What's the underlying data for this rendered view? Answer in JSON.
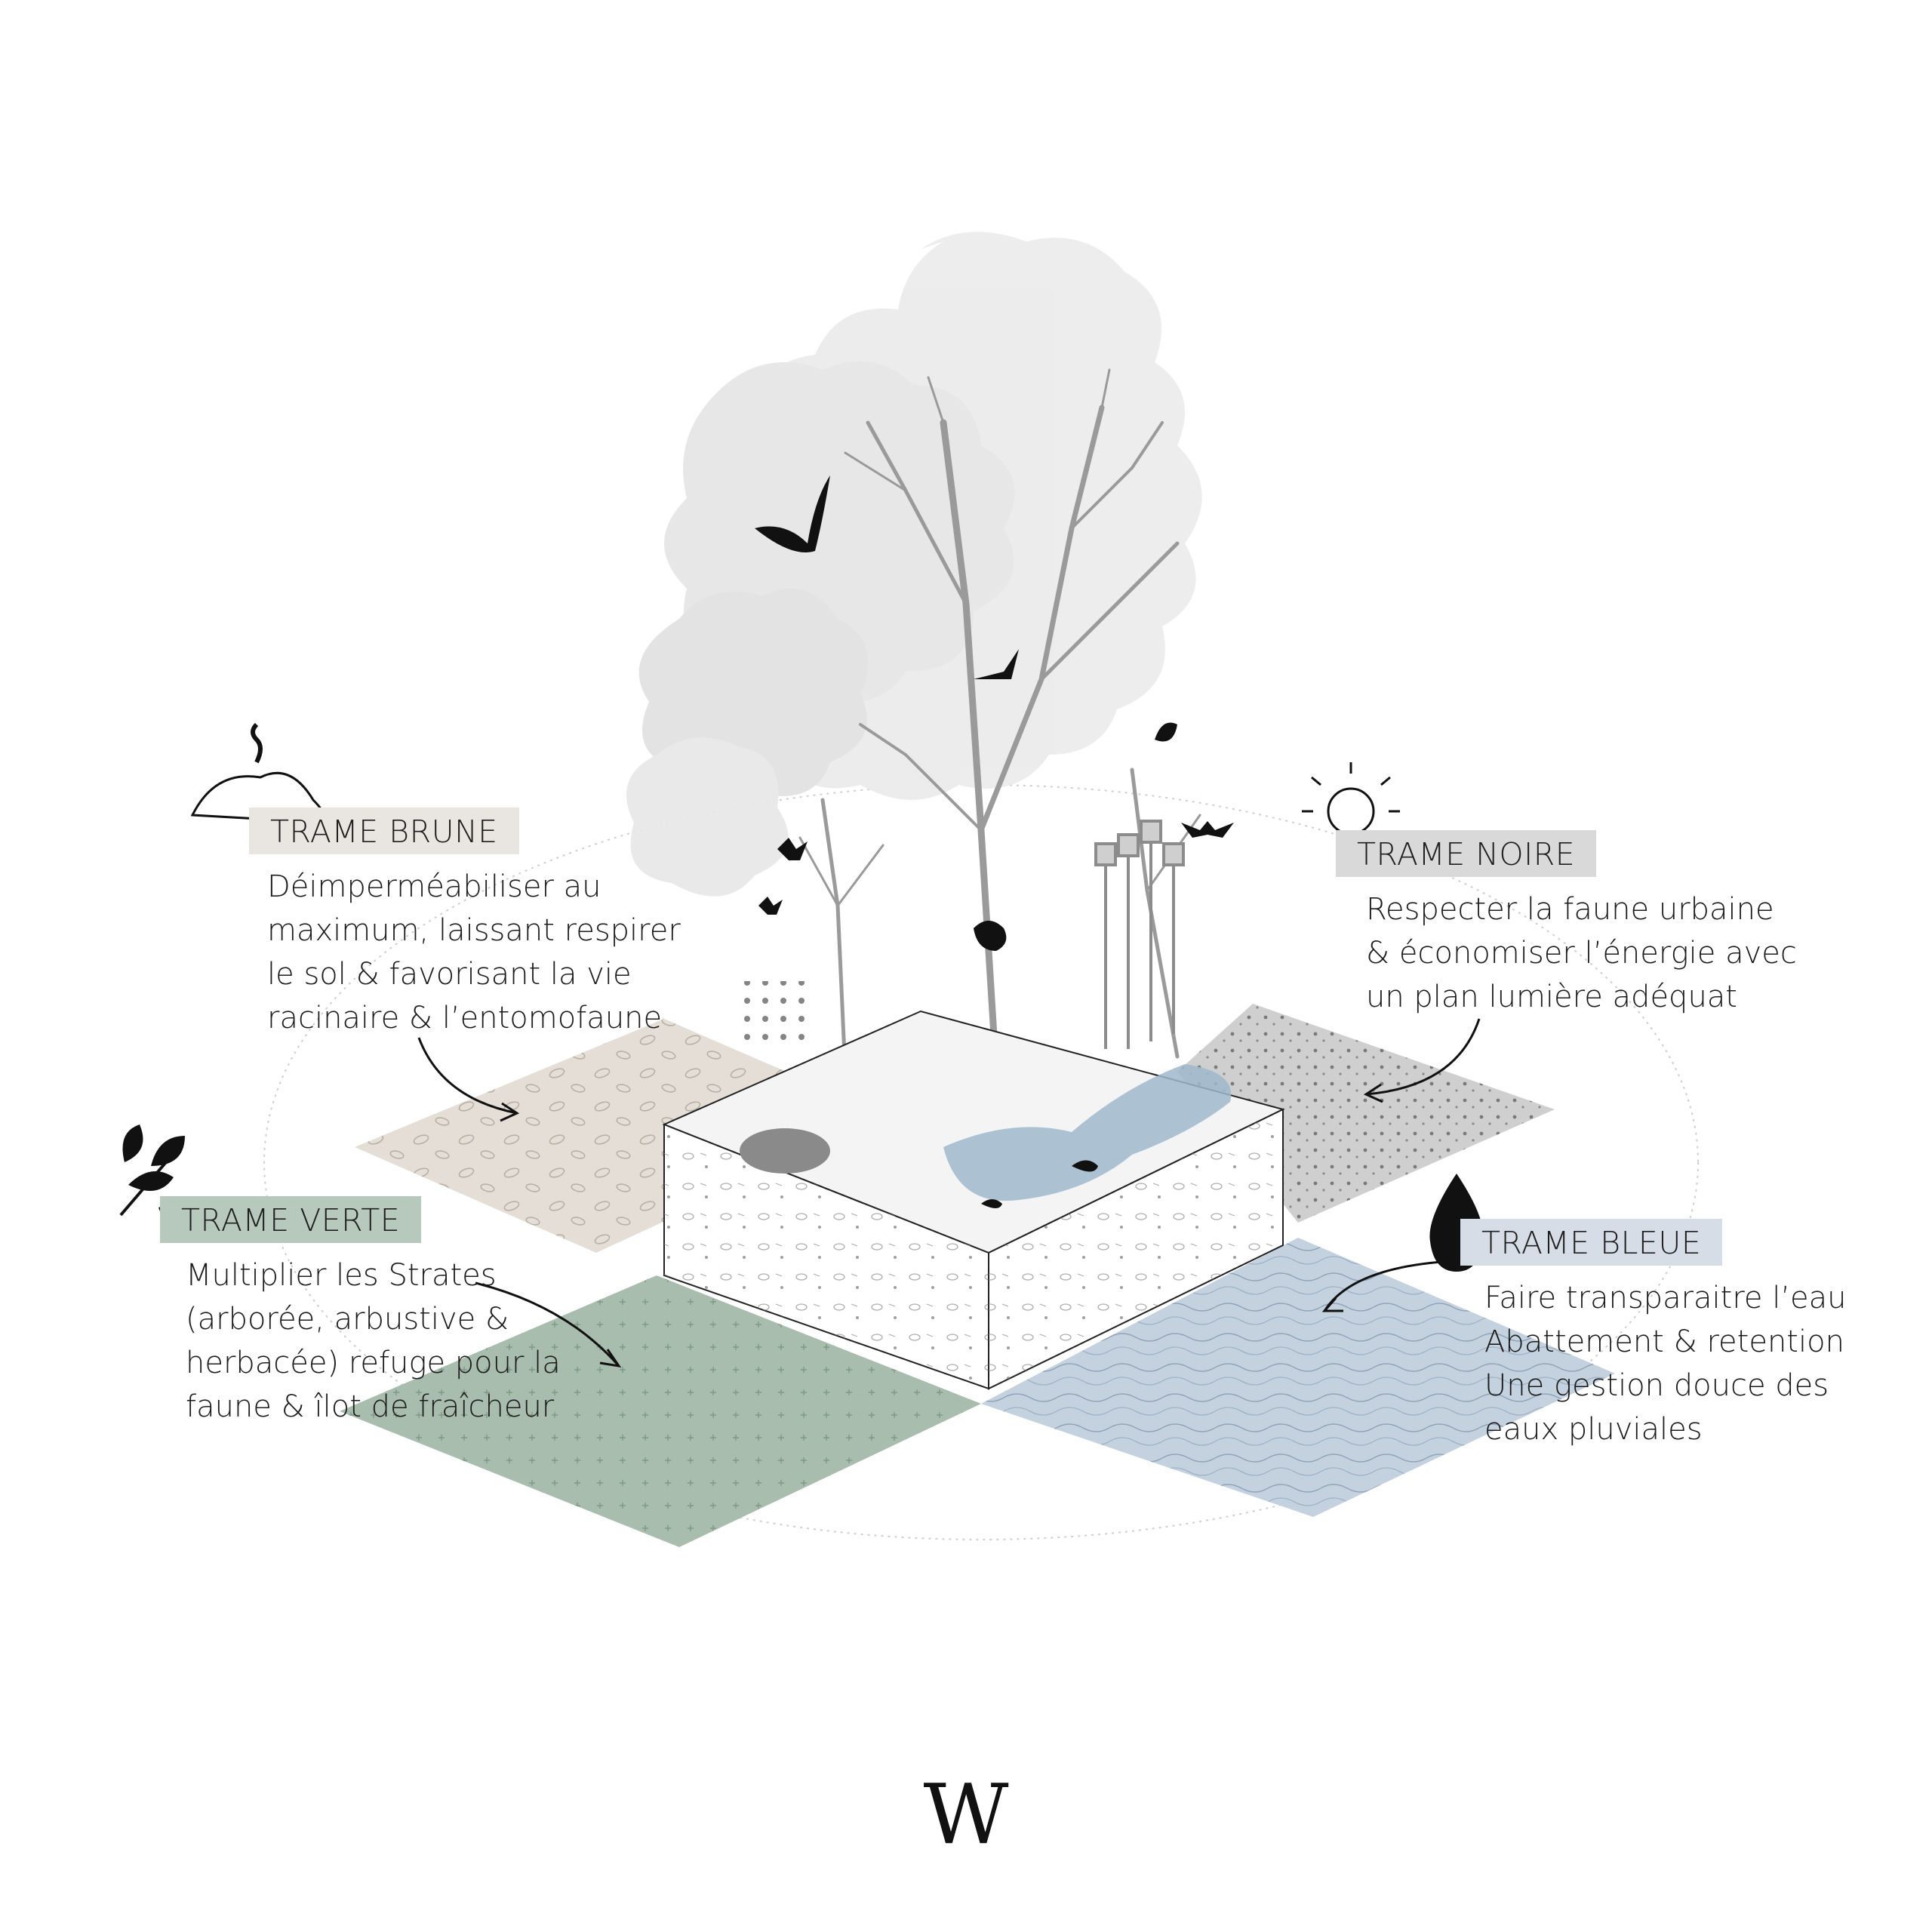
{
  "colors": {
    "brune": "#e9e6e1",
    "noire": "#d9d9d9",
    "verte": "#b7c9bd",
    "bleue": "#d6dde6",
    "water": "#9fb8cc",
    "green_ground": "#a9bdae",
    "blue_ground": "#c4d2e0",
    "brown_ground": "#e4ded6",
    "grey_ground": "#cfcfcf"
  },
  "panels": {
    "brune": {
      "title": "TRAME BRUNE",
      "lines": [
        "Déimperméabiliser au",
        "maximum, laissant respirer",
        "le sol & favorisant la vie",
        "racinaire & l’entomofaune"
      ],
      "icon": "soil-mound-worm-icon"
    },
    "noire": {
      "title": "TRAME NOIRE",
      "lines": [
        "Respecter la faune urbaine",
        "& économiser l’énergie avec",
        "un plan lumière adéquat"
      ],
      "icon": "light-bulb-icon"
    },
    "verte": {
      "title": "TRAME VERTE",
      "lines": [
        "Multiplier les Strates",
        "(arborée, arbustive &",
        "herbacée) refuge pour la",
        "faune & îlot de fraîcheur"
      ],
      "icon": "leaf-branch-icon"
    },
    "bleue": {
      "title": "TRAME BLEUE",
      "lines": [
        "Faire transparaitre l’eau",
        "Abattement & retention",
        "Une gestion douce des",
        "eaux pluviales"
      ],
      "icon": "water-drop-icon"
    }
  },
  "logo": "W"
}
